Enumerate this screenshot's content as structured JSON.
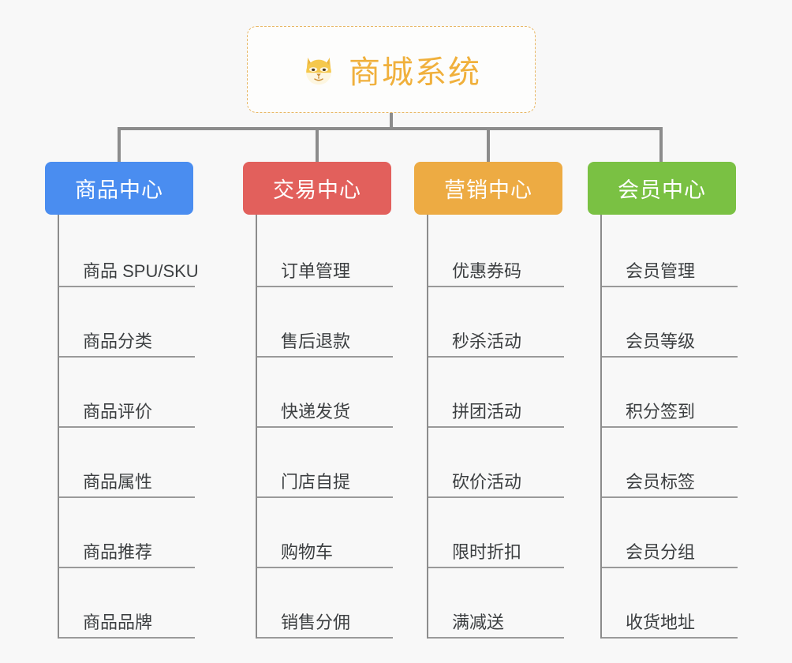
{
  "root": {
    "icon": "shiba-dog-face-icon",
    "title": "商城系统",
    "color": "#f0b03c",
    "border_color": "#e8b765"
  },
  "colors": {
    "background": "#f8f8f8",
    "connector": "#8c8c8c",
    "leaf_rule": "#9a9a9a",
    "leaf_text": "#3c3f41"
  },
  "categories": [
    {
      "label": "商品中心",
      "color": "#4a8df0",
      "items": [
        {
          "label": "商品 SPU/SKU"
        },
        {
          "label": "商品分类"
        },
        {
          "label": "商品评价"
        },
        {
          "label": "商品属性"
        },
        {
          "label": "商品推荐"
        },
        {
          "label": "商品品牌"
        }
      ]
    },
    {
      "label": "交易中心",
      "color": "#e2605c",
      "items": [
        {
          "label": "订单管理"
        },
        {
          "label": "售后退款"
        },
        {
          "label": "快递发货"
        },
        {
          "label": "门店自提"
        },
        {
          "label": "购物车"
        },
        {
          "label": "销售分佣"
        }
      ]
    },
    {
      "label": "营销中心",
      "color": "#edab43",
      "items": [
        {
          "label": "优惠券码"
        },
        {
          "label": "秒杀活动"
        },
        {
          "label": "拼团活动"
        },
        {
          "label": "砍价活动"
        },
        {
          "label": "限时折扣"
        },
        {
          "label": "满减送"
        }
      ]
    },
    {
      "label": "会员中心",
      "color": "#7ac143",
      "items": [
        {
          "label": "会员管理"
        },
        {
          "label": "会员等级"
        },
        {
          "label": "积分签到"
        },
        {
          "label": "会员标签"
        },
        {
          "label": "会员分组"
        },
        {
          "label": "收货地址"
        }
      ]
    }
  ]
}
